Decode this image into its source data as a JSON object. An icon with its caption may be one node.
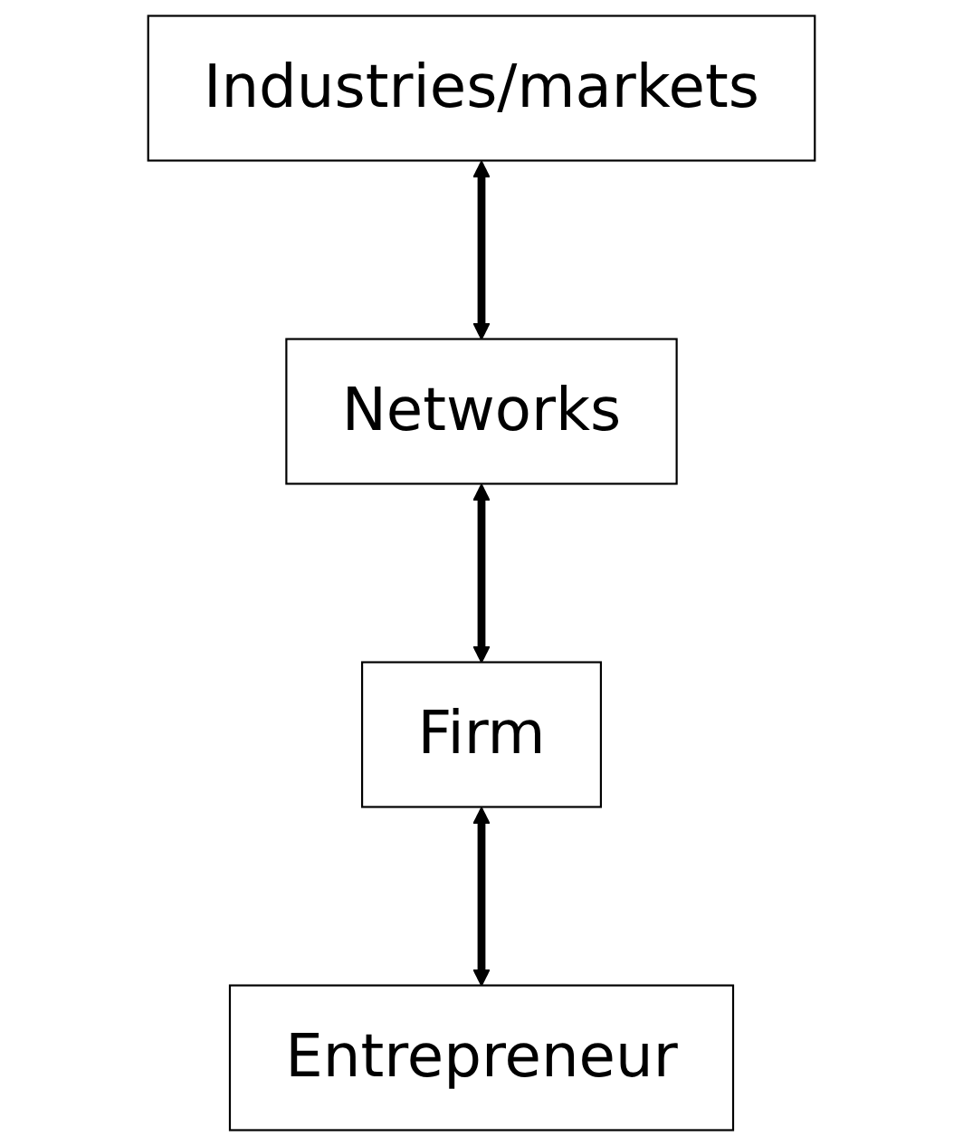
{
  "diagram": {
    "nodes": [
      {
        "text": [
          "Industries/markets"
        ]
      },
      {
        "text": [
          "Networks"
        ]
      },
      {
        "text": [
          "Firm"
        ]
      },
      {
        "text": [
          "Entrepreneur"
        ]
      }
    ],
    "edges": [
      {
        "from": 0,
        "to": 1,
        "arrow": "both"
      },
      {
        "from": 1,
        "to": 2,
        "arrow": "both"
      },
      {
        "from": 2,
        "to": 3,
        "arrow": "both"
      }
    ]
  }
}
